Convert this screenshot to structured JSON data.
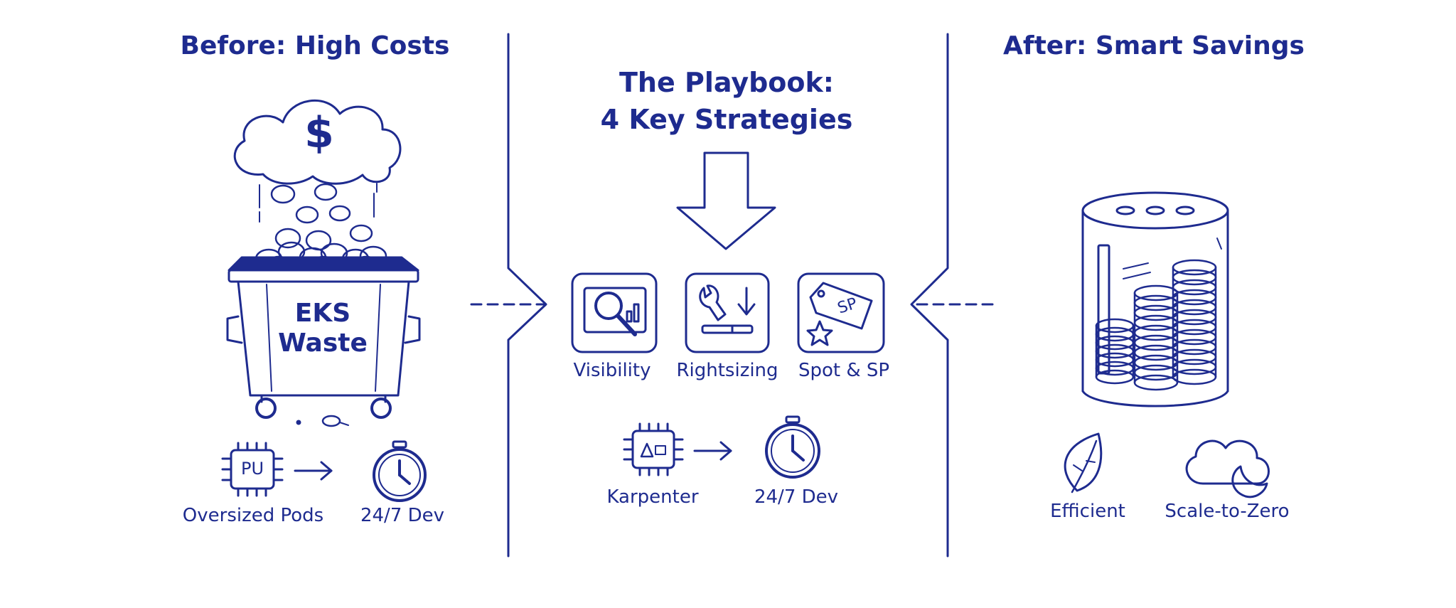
{
  "colors": {
    "ink": "#1e2b8f",
    "background": "#ffffff"
  },
  "before": {
    "title": "Before: High Costs",
    "bin_label_line1": "EKS",
    "bin_label_line2": "Waste",
    "cloud_symbol": "$",
    "chip_text": "PU",
    "items": [
      "Oversized Pods",
      "24/7 Dev"
    ]
  },
  "playbook": {
    "title_line1": "The Playbook:",
    "title_line2": "4 Key Strategies",
    "sp_tag": "SP",
    "strategies": [
      "Visibility",
      "Rightsizing",
      "Spot & SP"
    ],
    "row2": [
      "Karpenter",
      "24/7 Dev"
    ]
  },
  "after": {
    "title": "After: Smart Savings",
    "items": [
      "Efficient",
      "Scale-to-Zero"
    ]
  }
}
